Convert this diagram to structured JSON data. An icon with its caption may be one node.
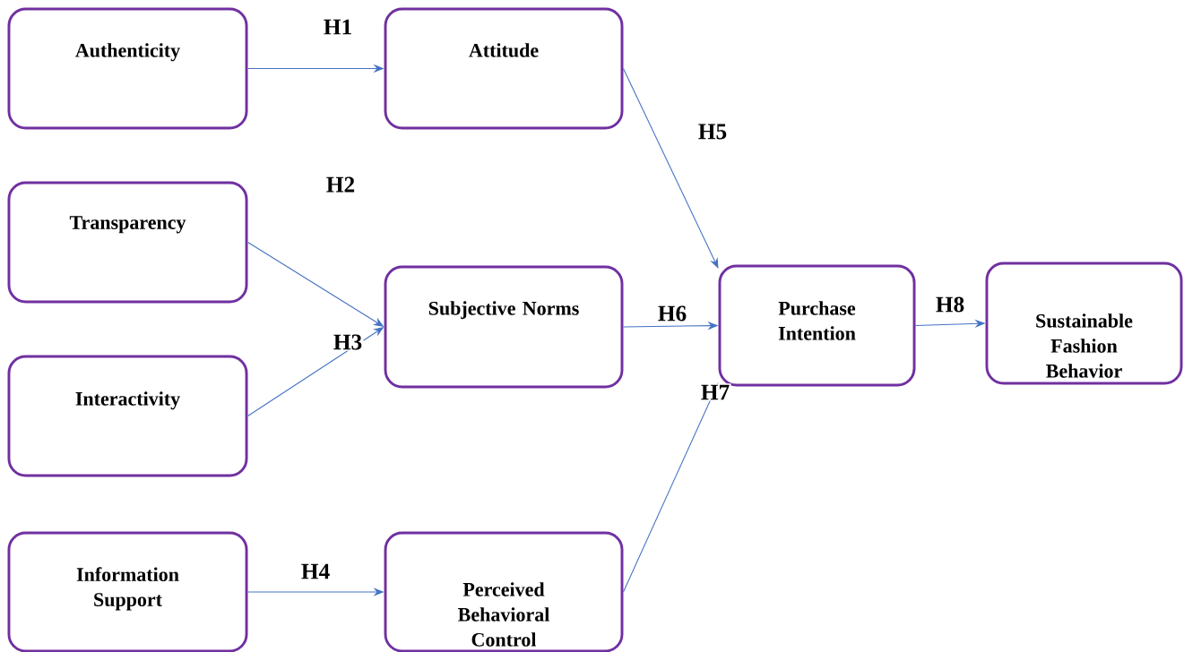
{
  "diagram": {
    "nodes": [
      {
        "text": [
          "Authenticity"
        ]
      },
      {
        "text": [
          "Attitude"
        ]
      },
      {
        "text": [
          "Transparency"
        ]
      },
      {
        "text": [
          "Subjective Norms"
        ]
      },
      {
        "text": [
          "Interactivity"
        ]
      },
      {
        "text": [
          "Purchase Intention"
        ]
      },
      {
        "text": [
          "Sustainable Fashion Behavior"
        ]
      },
      {
        "text": [
          "Information Support"
        ]
      },
      {
        "text": [
          "Perceived Behavioral Control"
        ]
      }
    ],
    "edges": [
      {
        "from": 0,
        "to": 1,
        "arrow": "to",
        "label": "H1"
      },
      {
        "from": 2,
        "to": 3,
        "arrow": "to",
        "label": "H2"
      },
      {
        "from": 4,
        "to": 3,
        "arrow": "to",
        "label": "H3"
      },
      {
        "from": 7,
        "to": 8,
        "arrow": "to",
        "label": "H4"
      },
      {
        "from": 1,
        "to": 5,
        "arrow": "to",
        "label": "H5"
      },
      {
        "from": 3,
        "to": 5,
        "arrow": "to",
        "label": "H6"
      },
      {
        "from": 8,
        "to": 5,
        "arrow": "to",
        "label": "H7"
      },
      {
        "from": 5,
        "to": 6,
        "arrow": "to",
        "label": "H8"
      }
    ]
  }
}
